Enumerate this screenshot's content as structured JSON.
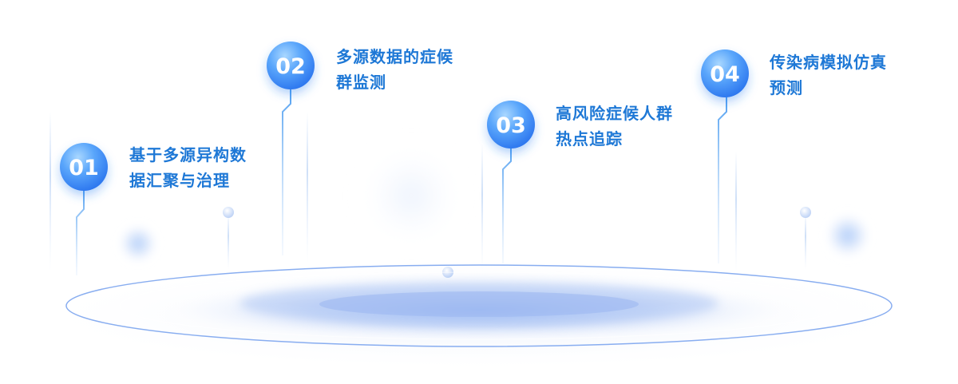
{
  "steps": [
    {
      "number": "01",
      "line1": "基于多源异构数",
      "line2": "据汇聚与治理"
    },
    {
      "number": "02",
      "line1": "多源数据的症候",
      "line2": "群监测"
    },
    {
      "number": "03",
      "line1": "高风险症候人群",
      "line2": "热点追踪"
    },
    {
      "number": "04",
      "line1": "传染病模拟仿真",
      "line2": "预测"
    }
  ],
  "colors": {
    "accent": "#1e78d6",
    "node_light": "#7cc0ff",
    "node_dark": "#2f7ff2",
    "line": "#5aa8f0",
    "platform": "#c9d8f7"
  }
}
